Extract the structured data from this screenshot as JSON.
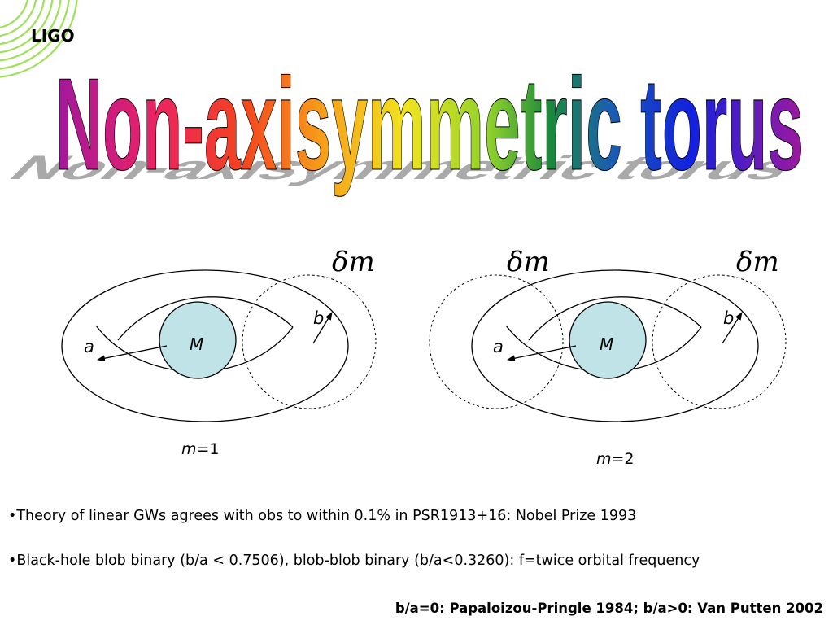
{
  "logo": "LIGO",
  "title": "Non-axisymmetric torus",
  "diagram_left": {
    "delta_m": "δm",
    "mass_label": "M",
    "a_label": "a",
    "b_label": "b",
    "mode_var": "m",
    "mode_value": "=1"
  },
  "diagram_right": {
    "delta_m_left": "δm",
    "delta_m_right": "δm",
    "mass_label": "M",
    "a_label": "a",
    "b_label": "b",
    "mode_var": "m",
    "mode_value": "=2"
  },
  "bullets": [
    "•Theory of linear GWs agrees with obs to within 0.1% in PSR1913+16: Nobel Prize 1993",
    "•Black-hole blob binary (b/a < 0.7506), blob-blob binary (b/a<0.3260): f=twice orbital frequency"
  ],
  "footer": "b/a=0: Papaloizou-Pringle 1984; b/a>0: Van Putten 2002",
  "colors": {
    "mass_fill": "#bfe3e6",
    "ring_accent": "#9ee05a",
    "shadow": "#a9a9a9"
  }
}
